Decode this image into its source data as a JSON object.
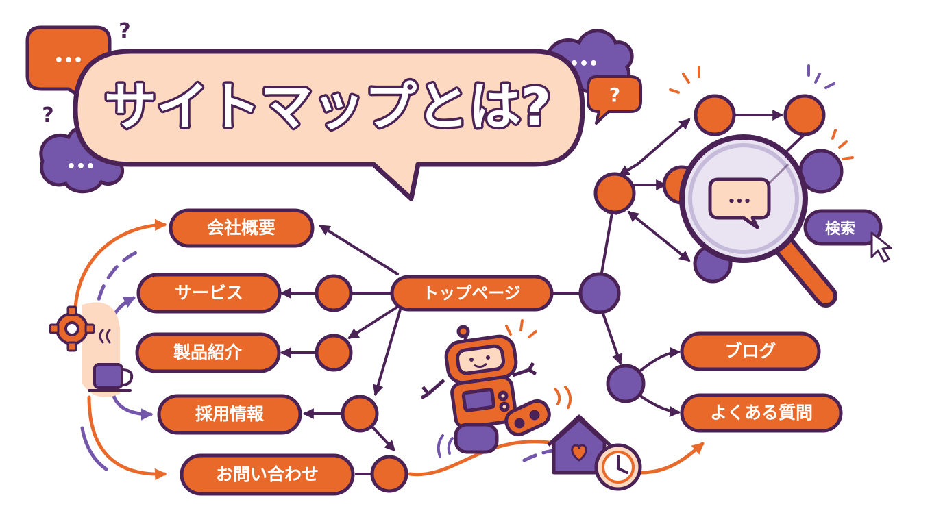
{
  "title": "サイトマップとは?",
  "nodes": {
    "top": "トップページ",
    "company": "会社概要",
    "service": "サービス",
    "products": "製品紹介",
    "recruit": "採用情報",
    "contact": "お問い合わせ",
    "blog": "ブログ",
    "faq": "よくある質問",
    "search": "検索"
  },
  "decor": {
    "question_mark": "?",
    "ellipsis": "•••"
  },
  "colors": {
    "orange": "#e8692a",
    "purple": "#7457aa",
    "outline": "#4a2256",
    "title_fill": "#fcd9c0",
    "lens_fill": "#e9e3f2"
  }
}
